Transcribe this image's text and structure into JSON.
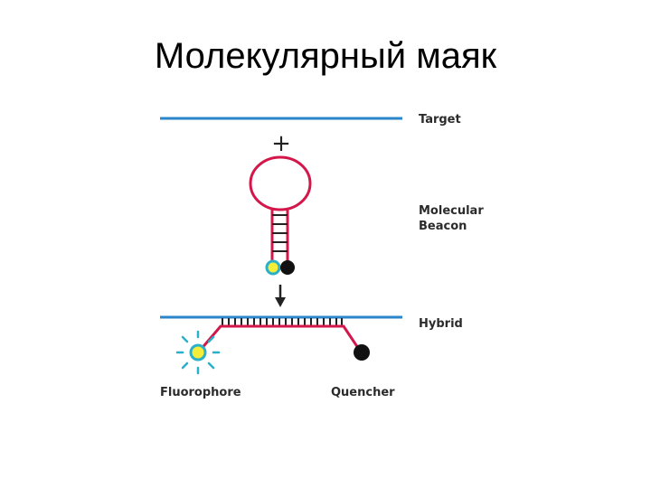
{
  "slide": {
    "title": "Молекулярный маяк"
  },
  "diagram": {
    "labels": {
      "target": "Target",
      "molecular_beacon_line1": "Molecular",
      "molecular_beacon_line2": "Beacon",
      "hybrid": "Hybrid",
      "fluorophore": "Fluorophore",
      "quencher": "Quencher"
    },
    "symbols": {
      "plus": "+",
      "arrow": "reaction-arrow-down"
    },
    "colors": {
      "target_strand": "#2a86c8",
      "beacon_strand": "#d4174a",
      "fluorophore_fill": "#f4ee3a",
      "fluorophore_ring": "#2ab0c8",
      "quencher": "#111111",
      "base_pairs": "#222222"
    }
  }
}
